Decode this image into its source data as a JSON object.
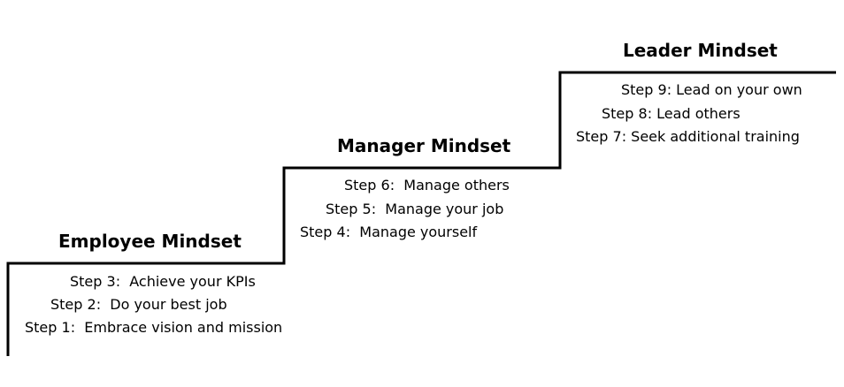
{
  "stages": [
    {
      "title": "Employee Mindset",
      "steps": [
        "Step 3:  Achieve your KPIs",
        "Step 2:  Do your best job",
        "Step 1:  Embrace vision and mission"
      ]
    },
    {
      "title": "Manager Mindset",
      "steps": [
        "Step 6:  Manage others",
        "Step 5:  Manage your job",
        "Step 4:  Manage yourself"
      ]
    },
    {
      "title": "Leader Mindset",
      "steps": [
        "Step 9: Lead on your own",
        "Step 8: Lead others",
        "Step 7: Seek additional training"
      ]
    }
  ],
  "colors": {
    "line": "#000000",
    "text": "#000000",
    "background": "#ffffff"
  }
}
